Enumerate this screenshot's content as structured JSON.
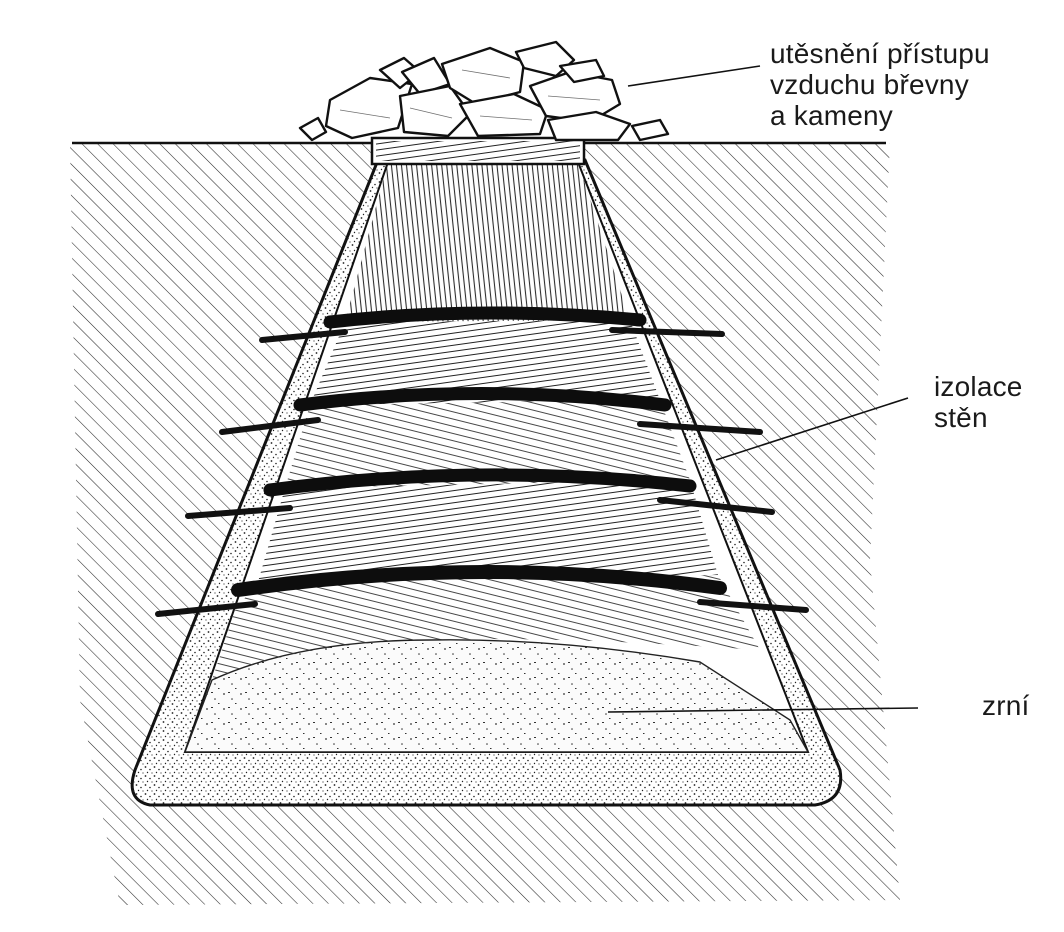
{
  "labels": {
    "top": {
      "line1": "utěsnění přístupu",
      "line2": "vzduchu břevny",
      "line3": "a kameny"
    },
    "walls": {
      "line1": "izolace",
      "line2": "stěn"
    },
    "grain": "zrní"
  },
  "colors": {
    "ink": "#1a1a1a",
    "paper": "#ffffff"
  }
}
